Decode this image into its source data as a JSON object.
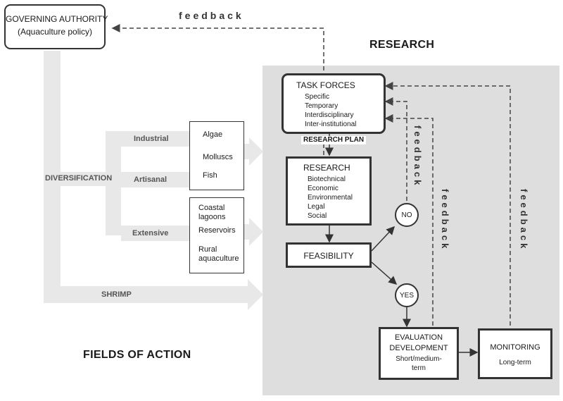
{
  "governing_authority": {
    "title": "GOVERNING AUTHORITY",
    "subtitle": "(Aquaculture policy)"
  },
  "feedback_top": "feedback",
  "research_heading": "RESEARCH",
  "task_forces": {
    "title": "TASK FORCES",
    "items": [
      "Specific",
      "Temporary",
      "Interdisciplinary",
      "Inter-institutional"
    ]
  },
  "research_plan": "RESEARCH PLAN",
  "research_box": {
    "title": "RESEARCH",
    "items": [
      "Biotechnical",
      "Economic",
      "Environmental",
      "Legal",
      "Social"
    ]
  },
  "feasibility": "FEASIBILITY",
  "decision_no": "NO",
  "decision_yes": "YES",
  "evaluation": {
    "line1": "EVALUATION",
    "line2": "DEVELOPMENT",
    "line3": "Short/medium-",
    "line4": "term"
  },
  "monitoring": {
    "title": "MONITORING",
    "sub": "Long-term"
  },
  "feedback_vertical": [
    "feedback",
    "feedback",
    "feedback"
  ],
  "diversification": "DIVERSIFICATION",
  "industrial": "Industrial",
  "artisanal": "Artisanal",
  "extensive": "Extensive",
  "shrimp": "SHRIMP",
  "species_box": [
    "Algae",
    "Molluscs",
    "Fish"
  ],
  "extensive_box": {
    "a1": "Coastal",
    "a2": "lagoons",
    "b": "Reservoirs",
    "c1": "Rural",
    "c2": "aquaculture"
  },
  "fields_of_action": "FIELDS OF ACTION",
  "colors": {
    "research_bg": "#dedede",
    "arrow_band": "#e8e8e8",
    "line": "#333333"
  }
}
